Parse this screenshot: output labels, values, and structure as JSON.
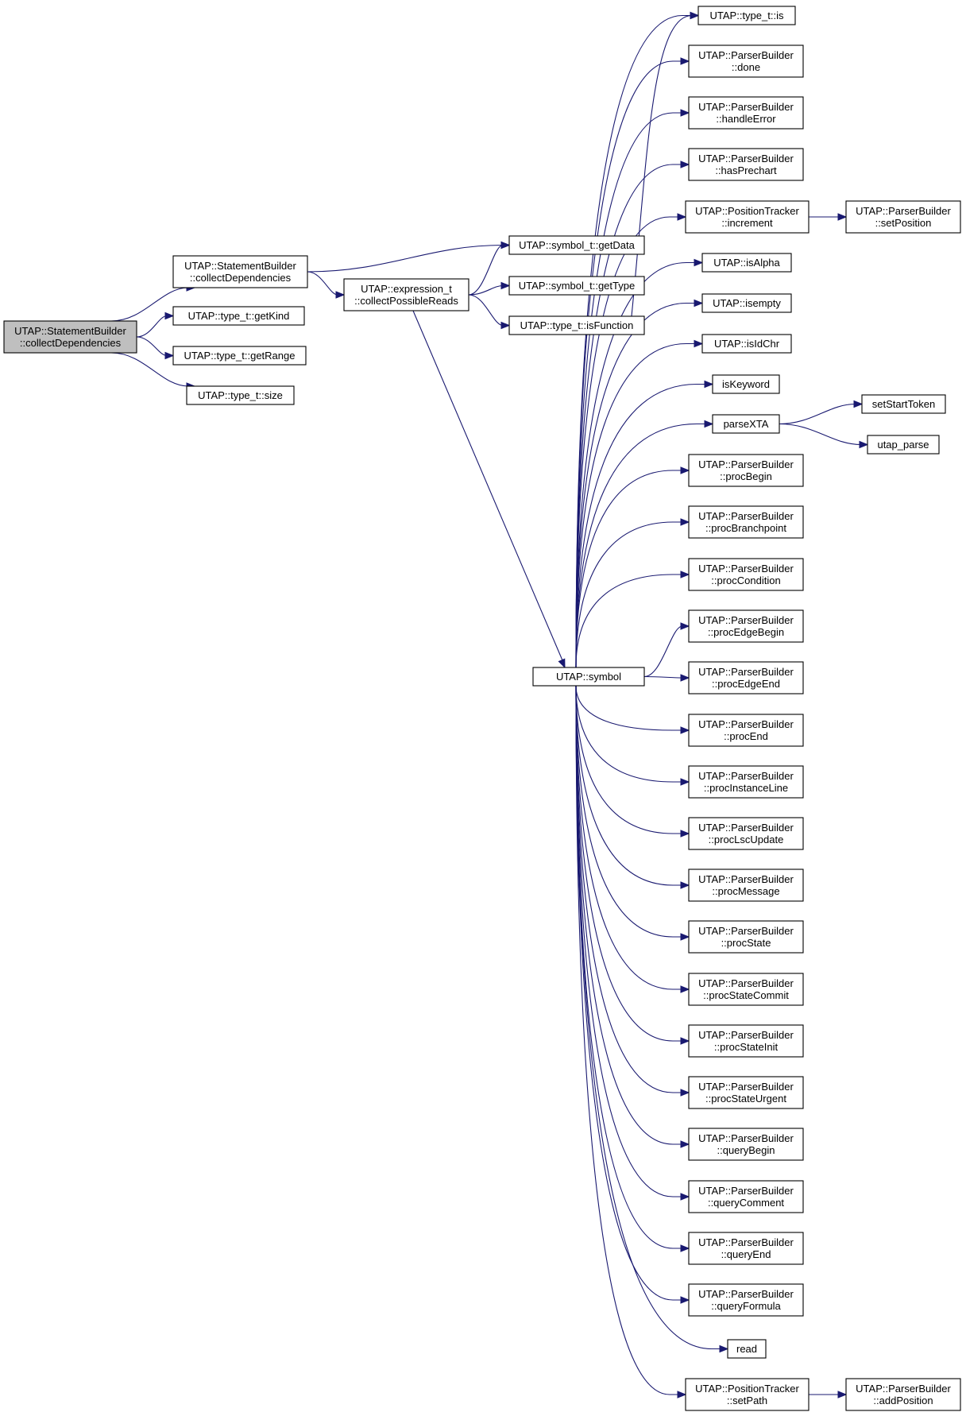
{
  "diagram": {
    "type": "call-graph",
    "colors": {
      "edge": "#191970",
      "root_fill": "#bfbfbf",
      "node_fill": "#ffffff",
      "border": "#000000"
    },
    "nodes": [
      {
        "id": "root",
        "lines": [
          "UTAP::StatementBuilder",
          "::collectDependencies"
        ],
        "root": true
      },
      {
        "id": "sb_collect",
        "lines": [
          "UTAP::StatementBuilder",
          "::collectDependencies"
        ]
      },
      {
        "id": "getKind",
        "lines": [
          "UTAP::type_t::getKind"
        ]
      },
      {
        "id": "getRange",
        "lines": [
          "UTAP::type_t::getRange"
        ]
      },
      {
        "id": "size",
        "lines": [
          "UTAP::type_t::size"
        ]
      },
      {
        "id": "getData",
        "lines": [
          "UTAP::symbol_t::getData"
        ]
      },
      {
        "id": "expr_collect",
        "lines": [
          "UTAP::expression_t",
          "::collectPossibleReads"
        ]
      },
      {
        "id": "getType",
        "lines": [
          "UTAP::symbol_t::getType"
        ]
      },
      {
        "id": "isFunction",
        "lines": [
          "UTAP::type_t::isFunction"
        ]
      },
      {
        "id": "symbol",
        "lines": [
          "UTAP::symbol"
        ]
      },
      {
        "id": "is",
        "lines": [
          "UTAP::type_t::is"
        ]
      },
      {
        "id": "done",
        "lines": [
          "UTAP::ParserBuilder",
          "::done"
        ]
      },
      {
        "id": "handleError",
        "lines": [
          "UTAP::ParserBuilder",
          "::handleError"
        ]
      },
      {
        "id": "hasPrechart",
        "lines": [
          "UTAP::ParserBuilder",
          "::hasPrechart"
        ]
      },
      {
        "id": "increment",
        "lines": [
          "UTAP::PositionTracker",
          "::increment"
        ]
      },
      {
        "id": "setPosition",
        "lines": [
          "UTAP::ParserBuilder",
          "::setPosition"
        ]
      },
      {
        "id": "isAlpha",
        "lines": [
          "UTAP::isAlpha"
        ]
      },
      {
        "id": "isempty",
        "lines": [
          "UTAP::isempty"
        ]
      },
      {
        "id": "isIdChr",
        "lines": [
          "UTAP::isIdChr"
        ]
      },
      {
        "id": "isKeyword",
        "lines": [
          "isKeyword"
        ]
      },
      {
        "id": "parseXTA",
        "lines": [
          "parseXTA"
        ]
      },
      {
        "id": "setStartToken",
        "lines": [
          "setStartToken"
        ]
      },
      {
        "id": "utap_parse",
        "lines": [
          "utap_parse"
        ]
      },
      {
        "id": "procBegin",
        "lines": [
          "UTAP::ParserBuilder",
          "::procBegin"
        ]
      },
      {
        "id": "procBranchpoint",
        "lines": [
          "UTAP::ParserBuilder",
          "::procBranchpoint"
        ]
      },
      {
        "id": "procCondition",
        "lines": [
          "UTAP::ParserBuilder",
          "::procCondition"
        ]
      },
      {
        "id": "procEdgeBegin",
        "lines": [
          "UTAP::ParserBuilder",
          "::procEdgeBegin"
        ]
      },
      {
        "id": "procEdgeEnd",
        "lines": [
          "UTAP::ParserBuilder",
          "::procEdgeEnd"
        ]
      },
      {
        "id": "procEnd",
        "lines": [
          "UTAP::ParserBuilder",
          "::procEnd"
        ]
      },
      {
        "id": "procInstanceLine",
        "lines": [
          "UTAP::ParserBuilder",
          "::procInstanceLine"
        ]
      },
      {
        "id": "procLscUpdate",
        "lines": [
          "UTAP::ParserBuilder",
          "::procLscUpdate"
        ]
      },
      {
        "id": "procMessage",
        "lines": [
          "UTAP::ParserBuilder",
          "::procMessage"
        ]
      },
      {
        "id": "procState",
        "lines": [
          "UTAP::ParserBuilder",
          "::procState"
        ]
      },
      {
        "id": "procStateCommit",
        "lines": [
          "UTAP::ParserBuilder",
          "::procStateCommit"
        ]
      },
      {
        "id": "procStateInit",
        "lines": [
          "UTAP::ParserBuilder",
          "::procStateInit"
        ]
      },
      {
        "id": "procStateUrgent",
        "lines": [
          "UTAP::ParserBuilder",
          "::procStateUrgent"
        ]
      },
      {
        "id": "queryBegin",
        "lines": [
          "UTAP::ParserBuilder",
          "::queryBegin"
        ]
      },
      {
        "id": "queryComment",
        "lines": [
          "UTAP::ParserBuilder",
          "::queryComment"
        ]
      },
      {
        "id": "queryEnd",
        "lines": [
          "UTAP::ParserBuilder",
          "::queryEnd"
        ]
      },
      {
        "id": "queryFormula",
        "lines": [
          "UTAP::ParserBuilder",
          "::queryFormula"
        ]
      },
      {
        "id": "read",
        "lines": [
          "read"
        ]
      },
      {
        "id": "setPath",
        "lines": [
          "UTAP::PositionTracker",
          "::setPath"
        ]
      },
      {
        "id": "addPosition",
        "lines": [
          "UTAP::ParserBuilder",
          "::addPosition"
        ]
      }
    ],
    "edges": [
      [
        "root",
        "sb_collect"
      ],
      [
        "root",
        "getKind"
      ],
      [
        "root",
        "getRange"
      ],
      [
        "root",
        "size"
      ],
      [
        "sb_collect",
        "getData"
      ],
      [
        "sb_collect",
        "expr_collect"
      ],
      [
        "expr_collect",
        "getData"
      ],
      [
        "expr_collect",
        "getType"
      ],
      [
        "expr_collect",
        "isFunction"
      ],
      [
        "expr_collect",
        "symbol"
      ],
      [
        "isFunction",
        "is"
      ],
      [
        "symbol",
        "is"
      ],
      [
        "symbol",
        "done"
      ],
      [
        "symbol",
        "handleError"
      ],
      [
        "symbol",
        "hasPrechart"
      ],
      [
        "symbol",
        "increment"
      ],
      [
        "symbol",
        "isAlpha"
      ],
      [
        "symbol",
        "isempty"
      ],
      [
        "symbol",
        "isIdChr"
      ],
      [
        "symbol",
        "isKeyword"
      ],
      [
        "symbol",
        "parseXTA"
      ],
      [
        "symbol",
        "procBegin"
      ],
      [
        "symbol",
        "procBranchpoint"
      ],
      [
        "symbol",
        "procCondition"
      ],
      [
        "symbol",
        "procEdgeBegin"
      ],
      [
        "symbol",
        "procEdgeEnd"
      ],
      [
        "symbol",
        "procEnd"
      ],
      [
        "symbol",
        "procInstanceLine"
      ],
      [
        "symbol",
        "procLscUpdate"
      ],
      [
        "symbol",
        "procMessage"
      ],
      [
        "symbol",
        "procState"
      ],
      [
        "symbol",
        "procStateCommit"
      ],
      [
        "symbol",
        "procStateInit"
      ],
      [
        "symbol",
        "procStateUrgent"
      ],
      [
        "symbol",
        "queryBegin"
      ],
      [
        "symbol",
        "queryComment"
      ],
      [
        "symbol",
        "queryEnd"
      ],
      [
        "symbol",
        "queryFormula"
      ],
      [
        "symbol",
        "read"
      ],
      [
        "symbol",
        "setPath"
      ],
      [
        "increment",
        "setPosition"
      ],
      [
        "parseXTA",
        "setStartToken"
      ],
      [
        "parseXTA",
        "utap_parse"
      ],
      [
        "setPath",
        "addPosition"
      ]
    ]
  }
}
